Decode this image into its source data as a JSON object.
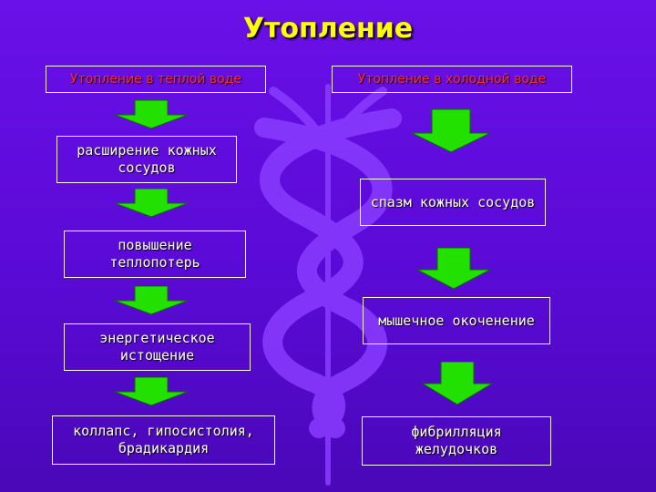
{
  "title": "Утопление",
  "left": {
    "header": "Утопление в теплой воде",
    "steps": [
      "расширение кожных сосудов",
      "повышение теплопотерь",
      "энергетическое истощение",
      "коллапс, гипосистолия, брадикардия"
    ]
  },
  "right": {
    "header": "Утопление в холодной воде",
    "steps": [
      "спазм кожных сосудов",
      "мышечное окоченение",
      "фибрилляция желудочков"
    ]
  },
  "colors": {
    "background": "#5a0ad6",
    "title": "#ffff00",
    "header_text": "#ff2a2a",
    "arrow": "#22e000",
    "box_text": "#ffffff"
  }
}
